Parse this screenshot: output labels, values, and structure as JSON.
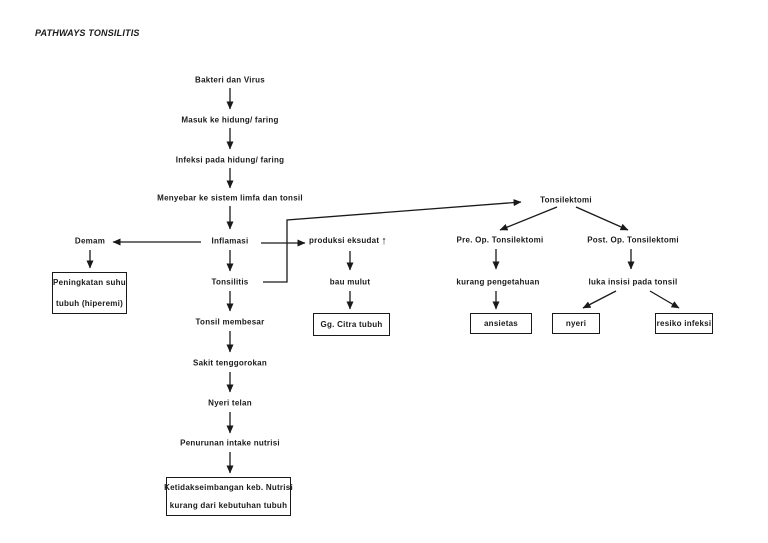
{
  "title": "PATHWAYS TONSILITIS",
  "colors": {
    "ink": "#1a1a1a",
    "background": "#ffffff"
  },
  "flowchart": {
    "main_chain": {
      "bakteri_virus": "Bakteri dan Virus",
      "masuk_hidung": "Masuk ke hidung/ faring",
      "infeksi_hidung": "Infeksi pada hidung/ faring",
      "menyebar_limfa": "Menyebar ke sistem limfa dan tonsil",
      "inflamasi": "Inflamasi",
      "tonsilitis": "Tonsilitis",
      "tonsil_membesar": "Tonsil membesar",
      "sakit_tenggorokan": "Sakit tenggorokan",
      "nyeri_telan": "Nyeri telan",
      "penurunan_intake": "Penurunan intake nutrisi",
      "ketidakseimbangan_line1": "Ketidakseimbangan keb. Nutrisi",
      "ketidakseimbangan_line2": "kurang dari kebutuhan tubuh"
    },
    "demam_branch": {
      "demam": "Demam",
      "peningkatan_line1": "Peningkatan suhu",
      "peningkatan_line2": "tubuh (hiperemi)"
    },
    "eksudat_branch": {
      "produksi_eksudat": "produksi eksudat",
      "increase_arrow": "↑",
      "bau_mulut": "bau mulut",
      "gg_citra_tubuh": "Gg. Citra tubuh"
    },
    "tonsilektomi_branch": {
      "tonsilektomi": "Tonsilektomi",
      "pre_op": "Pre. Op. Tonsilektomi",
      "kurang_pengetahuan": "kurang pengetahuan",
      "ansietas": "ansietas",
      "post_op": "Post. Op. Tonsilektomi",
      "luka_insisi": "luka insisi pada tonsil",
      "nyeri": "nyeri",
      "resiko_infeksi": "resiko infeksi"
    }
  }
}
